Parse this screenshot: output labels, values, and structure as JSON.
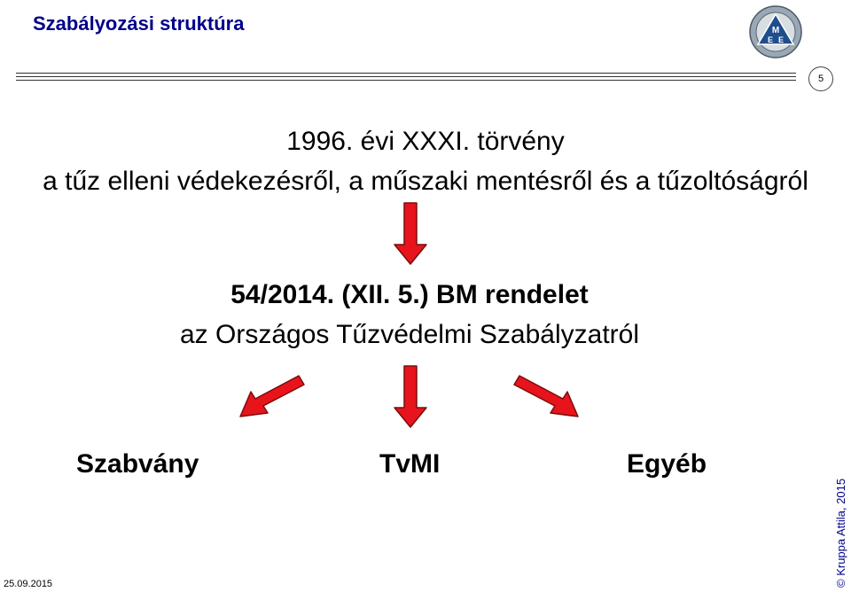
{
  "header": {
    "title": "Szabályozási struktúra",
    "page_number": "5"
  },
  "law": {
    "title": "1996. évi XXXI. törvény",
    "subtitle": "a tűz elleni védekezésről, a műszaki mentésről és a tűzoltóságról"
  },
  "regulation": {
    "title": "54/2014. (XII. 5.) BM rendelet",
    "subtitle": "az Országos Tűzvédelmi Szabályzatról"
  },
  "outputs": {
    "left": "Szabvány",
    "center": "TvMI",
    "right": "Egyéb"
  },
  "footer": {
    "date": "25.09.2015",
    "copyright": "© Kruppa Attila, 2015"
  },
  "logo": {
    "letters": [
      "M",
      "E",
      "E"
    ]
  },
  "colors": {
    "arrow": "#e8141b",
    "title": "#00008b"
  }
}
